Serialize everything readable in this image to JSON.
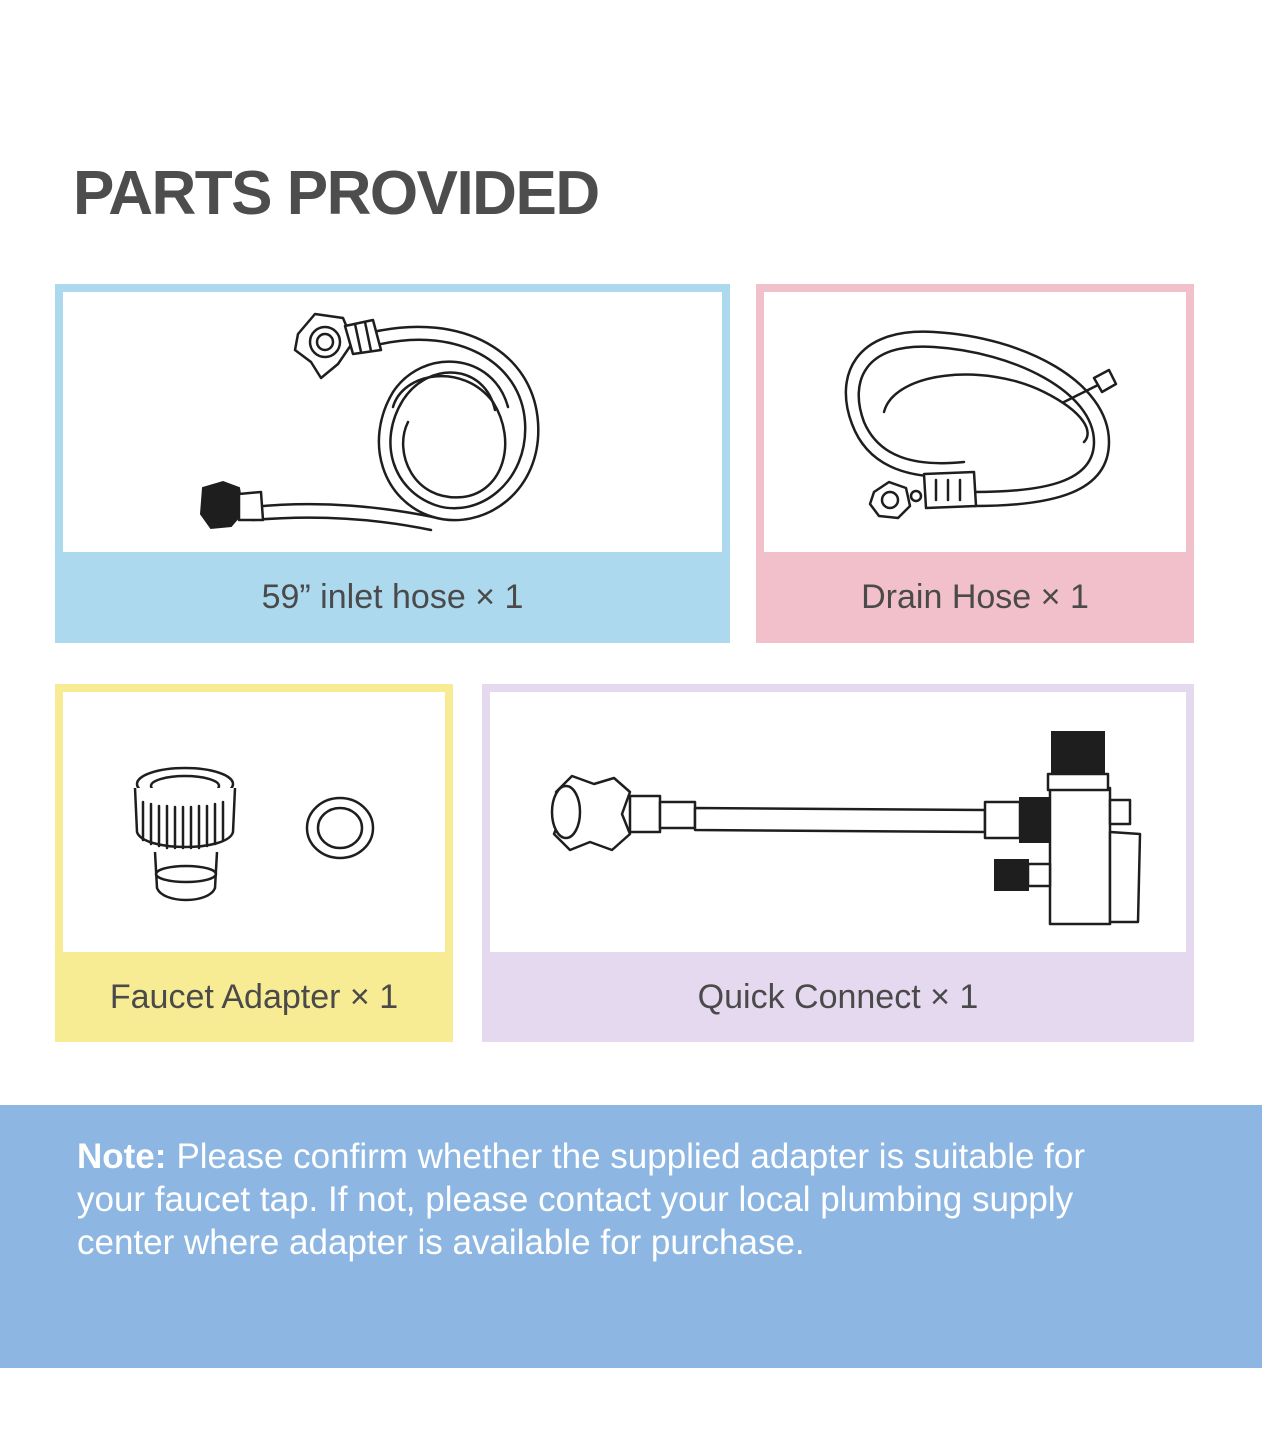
{
  "title": "PARTS PROVIDED",
  "parts": [
    {
      "label": "59” inlet hose × 1",
      "icon": "inlet-hose-icon",
      "accent": "#acd9ee"
    },
    {
      "label": "Drain Hose × 1",
      "icon": "drain-hose-icon",
      "accent": "#f2c0cb"
    },
    {
      "label": "Faucet Adapter × 1",
      "icon": "faucet-adapter-icon",
      "accent": "#f7ec93"
    },
    {
      "label": "Quick Connect × 1",
      "icon": "quick-connect-icon",
      "accent": "#e5d9ef"
    }
  ],
  "note": {
    "label": "Note:",
    "text": "Please confirm whether the supplied adapter is suitable for your faucet tap.  If not, please contact your local plumbing supply center where adapter is available for purchase.",
    "background": "#8db7e2"
  }
}
